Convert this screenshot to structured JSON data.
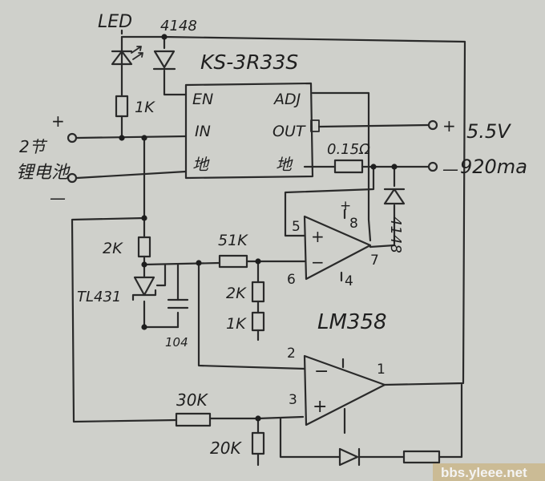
{
  "labels": {
    "led": "LED",
    "diode_top": "4148",
    "ic_name": "KS-3R33S",
    "ic_en": "EN",
    "ic_in": "IN",
    "ic_gnd_left": "地",
    "ic_adj": "ADJ",
    "ic_out": "OUT",
    "ic_gnd_right": "地",
    "r_1k_top": "1K",
    "battery_plus": "+",
    "battery_line1": "2节",
    "battery_line2": "锂电池",
    "battery_minus": "—",
    "out_plus": "+",
    "out_minus": "—",
    "out_voltage": "5.5V",
    "out_current": "920ma",
    "r_sense": "0.15Ω",
    "diode_right": "4148",
    "op1_pin5": "5",
    "op1_pin8": "8",
    "op1_vplus": "+",
    "op1_pin6": "6",
    "op1_pin7": "7",
    "op1_pin4": "4",
    "op1_in_plus": "+",
    "op1_in_minus": "−",
    "r_2k_ref": "2K",
    "tl431": "TL431",
    "cap": "104",
    "r_51k": "51K",
    "r_2k_div": "2K",
    "r_1k_div": "1K",
    "lm358": "LM358",
    "op2_pin2": "2",
    "op2_pin3": "3",
    "op2_pin1": "1",
    "op2_in_minus": "−",
    "op2_in_plus": "+",
    "r_30k": "30K",
    "r_20k": "20K",
    "watermark": "bbs.yleee.net"
  }
}
